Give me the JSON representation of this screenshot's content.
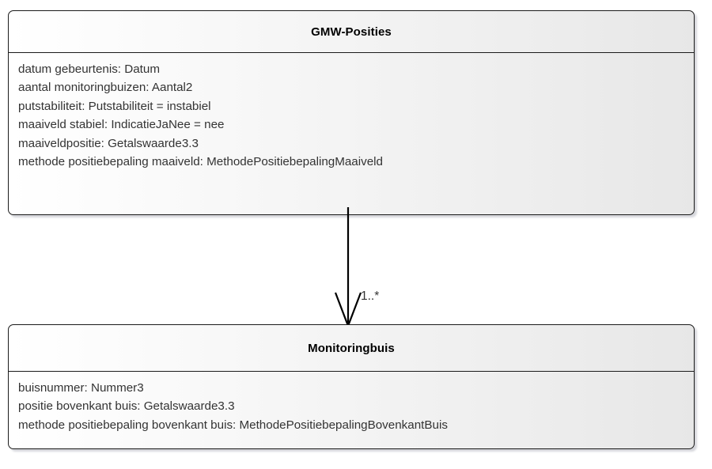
{
  "diagram": {
    "type": "uml-class-diagram",
    "background_color": "#ffffff",
    "classes": [
      {
        "id": "gmw-posities",
        "name": "GMW-Posities",
        "attributes": [
          "datum gebeurtenis: Datum",
          "aantal monitoringbuizen: Aantal2",
          "putstabiliteit: Putstabiliteit = instabiel",
          "maaiveld stabiel: IndicatieJaNee = nee",
          "maaiveldpositie: Getalswaarde3.3",
          "methode positiebepaling maaiveld: MethodePositiebepalingMaaiveld"
        ]
      },
      {
        "id": "monitoringbuis",
        "name": "Monitoringbuis",
        "attributes": [
          "buisnummer: Nummer3",
          "positie bovenkant buis: Getalswaarde3.3",
          "methode positiebepaling bovenkant buis: MethodePositiebepalingBovenkantBuis"
        ]
      }
    ],
    "connector": {
      "kind": "association-arrow",
      "from": "GMW-Posities",
      "to": "Monitoringbuis",
      "arrowhead": "open-v",
      "multiplicity_target": "1..*",
      "line_color": "#000000"
    }
  }
}
